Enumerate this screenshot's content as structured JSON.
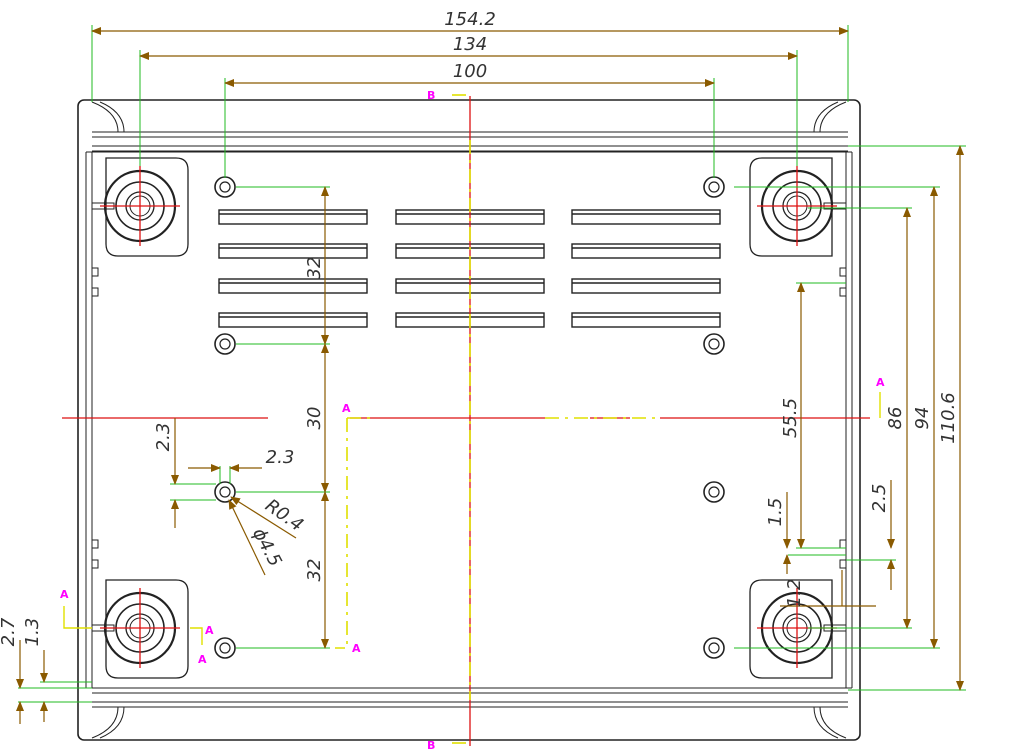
{
  "colors": {
    "outline": "#222222",
    "dimension": "#8a5a00",
    "extension": "#22bb22",
    "center_line": "#dd1111",
    "section_line": "#e0e000",
    "marker": "#ff00ff"
  },
  "dimensions": {
    "overall_width": "154.2",
    "boss_spacing": "134",
    "hole_spacing": "100",
    "height_110_6": "110.6",
    "height_94": "94",
    "height_86": "86",
    "height_55_5": "55.5",
    "v_32_top": "32",
    "v_30": "30",
    "v_32_bottom": "32",
    "horizontal_2_3": "2.3",
    "vertical_2_3": "2.3",
    "radius": "R0.4",
    "hole_diameter": "ϕ4.5",
    "v_1_5": "1.5",
    "v_2_5": "2.5",
    "v_1_2": "1.2",
    "v_2_7": "2.7",
    "v_1_3": "1.3"
  },
  "markers": {
    "section_a": "A",
    "section_b": "B"
  }
}
